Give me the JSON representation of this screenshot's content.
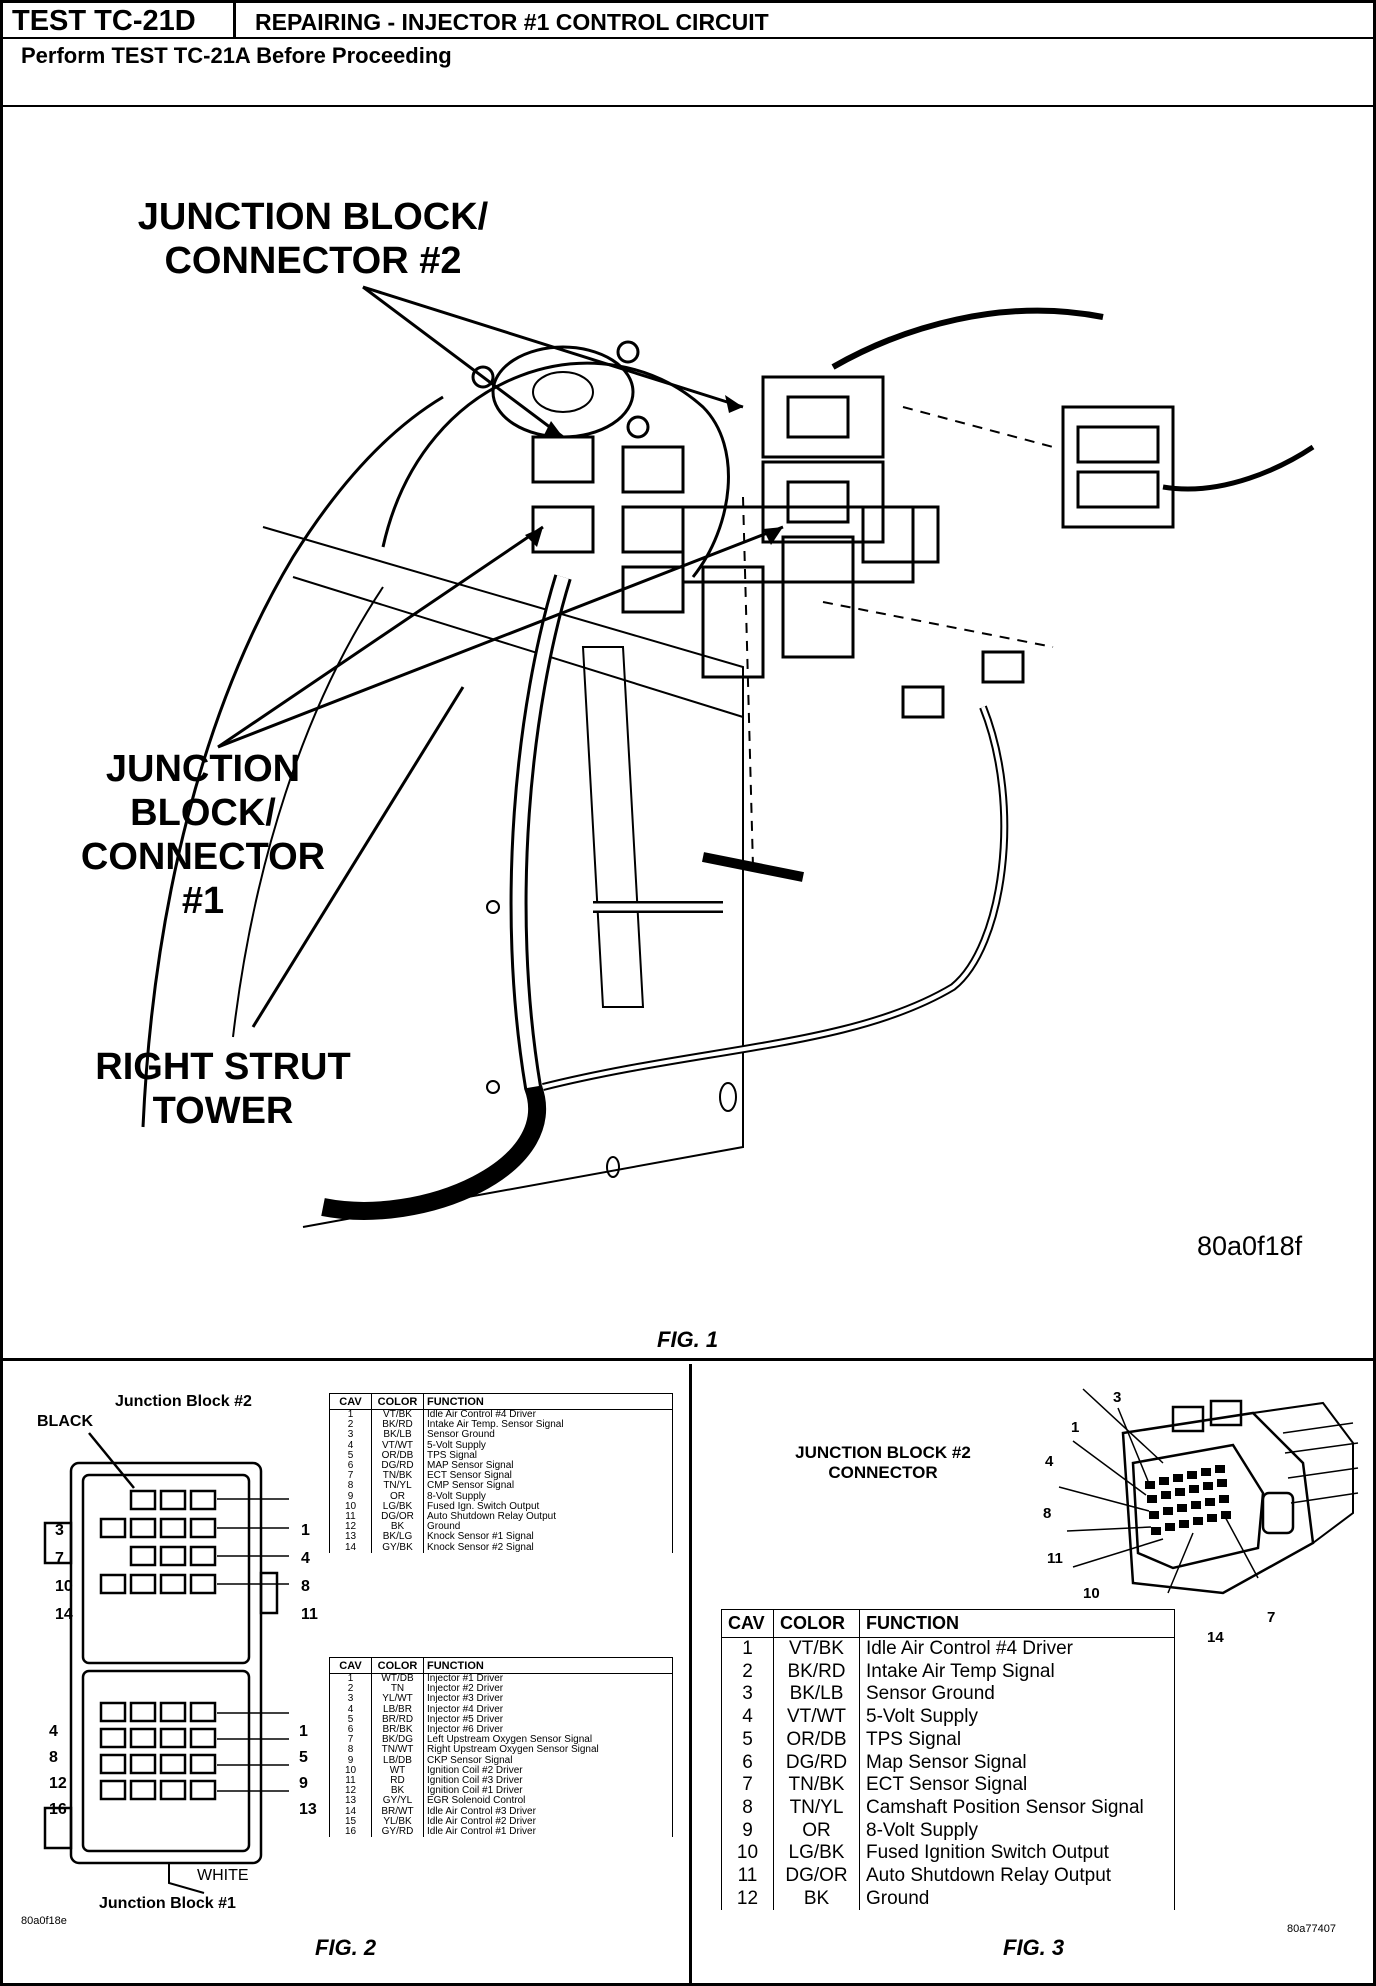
{
  "header": {
    "test_id": "TEST TC-21D",
    "title": "REPAIRING - INJECTOR #1 CONTROL CIRCUIT",
    "subtitle": "Perform TEST TC-21A Before Proceeding"
  },
  "fig1": {
    "callouts": {
      "jb2": "JUNCTION BLOCK/ CONNECTOR #2",
      "jb1": "JUNCTION BLOCK/ CONNECTOR #1",
      "strut": "RIGHT STRUT TOWER"
    },
    "code": "80a0f18f",
    "caption": "FIG. 1"
  },
  "fig2": {
    "label_jb2": "Junction Block #2",
    "label_black": "BLACK",
    "label_white": "WHITE",
    "label_jb1": "Junction Block #1",
    "code": "80a0f18e",
    "caption": "FIG. 2",
    "upper_left_pins": [
      "3",
      "7",
      "10",
      "14"
    ],
    "upper_right_pins": [
      "1",
      "4",
      "8",
      "11"
    ],
    "lower_left_pins": [
      "4",
      "8",
      "12",
      "16"
    ],
    "lower_right_pins": [
      "1",
      "5",
      "9",
      "13"
    ],
    "table_headers": [
      "CAV",
      "COLOR",
      "FUNCTION"
    ],
    "table_top": [
      [
        "1",
        "VT/BK",
        "Idle Air Control #4 Driver"
      ],
      [
        "2",
        "BK/RD",
        "Intake Air Temp. Sensor Signal"
      ],
      [
        "3",
        "BK/LB",
        "Sensor Ground"
      ],
      [
        "4",
        "VT/WT",
        "5-Volt Supply"
      ],
      [
        "5",
        "OR/DB",
        "TPS Signal"
      ],
      [
        "6",
        "DG/RD",
        "MAP Sensor Signal"
      ],
      [
        "7",
        "TN/BK",
        "ECT Sensor Signal"
      ],
      [
        "8",
        "TN/YL",
        "CMP Sensor Signal"
      ],
      [
        "9",
        "OR",
        "8-Volt Supply"
      ],
      [
        "10",
        "LG/BK",
        "Fused Ign. Switch Output"
      ],
      [
        "11",
        "DG/OR",
        "Auto Shutdown Relay Output"
      ],
      [
        "12",
        "BK",
        "Ground"
      ],
      [
        "13",
        "BK/LG",
        "Knock Sensor #1 Signal"
      ],
      [
        "14",
        "GY/BK",
        "Knock Sensor #2 Signal"
      ]
    ],
    "table_bottom": [
      [
        "1",
        "WT/DB",
        "Injector #1 Driver"
      ],
      [
        "2",
        "TN",
        "Injector #2 Driver"
      ],
      [
        "3",
        "YL/WT",
        "Injector #3 Driver"
      ],
      [
        "4",
        "LB/BR",
        "Injector #4 Driver"
      ],
      [
        "5",
        "BR/RD",
        "Injector #5 Driver"
      ],
      [
        "6",
        "BR/BK",
        "Injector #6 Driver"
      ],
      [
        "7",
        "BK/DG",
        "Left Upstream Oxygen Sensor Signal"
      ],
      [
        "8",
        "TN/WT",
        "Right Upstream Oxygen Sensor Signal"
      ],
      [
        "9",
        "LB/DB",
        "CKP Sensor Signal"
      ],
      [
        "10",
        "WT",
        "Ignition Coil #2 Driver"
      ],
      [
        "11",
        "RD",
        "Ignition Coil #3 Driver"
      ],
      [
        "12",
        "BK",
        "Ignition Coil #1 Driver"
      ],
      [
        "13",
        "GY/YL",
        "EGR Solenoid Control"
      ],
      [
        "14",
        "BR/WT",
        "Idle Air Control #3 Driver"
      ],
      [
        "15",
        "YL/BK",
        "Idle Air Control #2 Driver"
      ],
      [
        "16",
        "GY/RD",
        "Idle Air Control #1 Driver"
      ]
    ]
  },
  "fig3": {
    "title": "JUNCTION BLOCK #2 CONNECTOR",
    "pin_callouts": [
      "3",
      "1",
      "4",
      "8",
      "11",
      "10",
      "14",
      "7"
    ],
    "code": "80a77407",
    "caption": "FIG. 3",
    "table_headers": [
      "CAV",
      "COLOR",
      "FUNCTION"
    ],
    "table": [
      [
        "1",
        "VT/BK",
        "Idle Air Control #4 Driver"
      ],
      [
        "2",
        "BK/RD",
        "Intake Air Temp Signal"
      ],
      [
        "3",
        "BK/LB",
        "Sensor Ground"
      ],
      [
        "4",
        "VT/WT",
        "5-Volt Supply"
      ],
      [
        "5",
        "OR/DB",
        "TPS Signal"
      ],
      [
        "6",
        "DG/RD",
        "Map Sensor Signal"
      ],
      [
        "7",
        "TN/BK",
        "ECT Sensor Signal"
      ],
      [
        "8",
        "TN/YL",
        "Camshaft Position Sensor Signal"
      ],
      [
        "9",
        "OR",
        "8-Volt Supply"
      ],
      [
        "10",
        "LG/BK",
        "Fused Ignition Switch Output"
      ],
      [
        "11",
        "DG/OR",
        "Auto Shutdown Relay Output"
      ],
      [
        "12",
        "BK",
        "Ground"
      ]
    ]
  }
}
